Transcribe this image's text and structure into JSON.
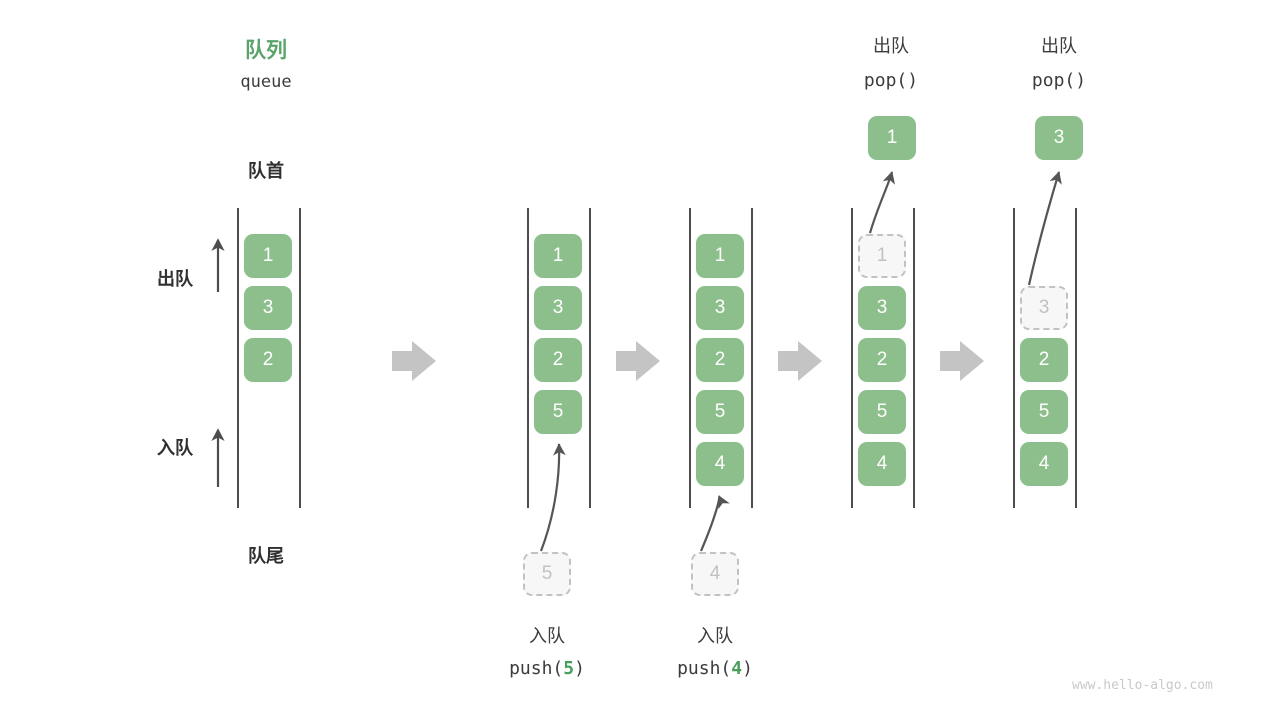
{
  "watermark": "www.hello-algo.com",
  "header": {
    "title_cn": "队列",
    "title_en": "queue",
    "front_label": "队首",
    "rear_label": "队尾"
  },
  "side_labels": {
    "dequeue": "出队",
    "enqueue": "入队"
  },
  "colors": {
    "accent_green": "#5aa469",
    "cell_green": "#8cbf8c",
    "ghost_gray": "#c2c2c2",
    "rail_gray": "#4d4d4d",
    "arrow_gray": "#c4c4c4",
    "text_dark": "#3c3c3c",
    "watermark_gray": "#c9c9c9"
  },
  "steps": [
    {
      "id": "step-1-initial",
      "cells": [
        {
          "value": "1",
          "state": "filled"
        },
        {
          "value": "3",
          "state": "filled"
        },
        {
          "value": "2",
          "state": "filled"
        }
      ],
      "caption_cn": "",
      "caption_code": "",
      "caption_code_arg": "",
      "incoming": null,
      "outgoing": null
    },
    {
      "id": "step-2-push-5",
      "cells": [
        {
          "value": "1",
          "state": "filled"
        },
        {
          "value": "3",
          "state": "filled"
        },
        {
          "value": "2",
          "state": "filled"
        },
        {
          "value": "5",
          "state": "filled"
        }
      ],
      "caption_cn": "入队",
      "caption_code": "push(",
      "caption_code_arg": "5",
      "caption_code_tail": ")",
      "incoming": {
        "value": "5",
        "state": "ghost"
      },
      "outgoing": null
    },
    {
      "id": "step-3-push-4",
      "cells": [
        {
          "value": "1",
          "state": "filled"
        },
        {
          "value": "3",
          "state": "filled"
        },
        {
          "value": "2",
          "state": "filled"
        },
        {
          "value": "5",
          "state": "filled"
        },
        {
          "value": "4",
          "state": "filled"
        }
      ],
      "caption_cn": "入队",
      "caption_code": "push(",
      "caption_code_arg": "4",
      "caption_code_tail": ")",
      "incoming": {
        "value": "4",
        "state": "ghost"
      },
      "outgoing": null
    },
    {
      "id": "step-4-pop-1",
      "cells": [
        {
          "value": "1",
          "state": "ghost"
        },
        {
          "value": "3",
          "state": "filled"
        },
        {
          "value": "2",
          "state": "filled"
        },
        {
          "value": "5",
          "state": "filled"
        },
        {
          "value": "4",
          "state": "filled"
        }
      ],
      "top_label_cn": "出队",
      "top_label_code": "pop()",
      "outgoing": {
        "value": "1",
        "state": "filled"
      },
      "incoming": null
    },
    {
      "id": "step-5-pop-3",
      "cells": [
        {
          "value": "",
          "state": "empty"
        },
        {
          "value": "3",
          "state": "ghost"
        },
        {
          "value": "2",
          "state": "filled"
        },
        {
          "value": "5",
          "state": "filled"
        },
        {
          "value": "4",
          "state": "filled"
        }
      ],
      "top_label_cn": "出队",
      "top_label_code": "pop()",
      "outgoing": {
        "value": "3",
        "state": "filled"
      },
      "incoming": null
    }
  ],
  "flow_arrows": [
    {
      "name": "flow-arrow-1"
    },
    {
      "name": "flow-arrow-2"
    },
    {
      "name": "flow-arrow-3"
    },
    {
      "name": "flow-arrow-4"
    }
  ]
}
